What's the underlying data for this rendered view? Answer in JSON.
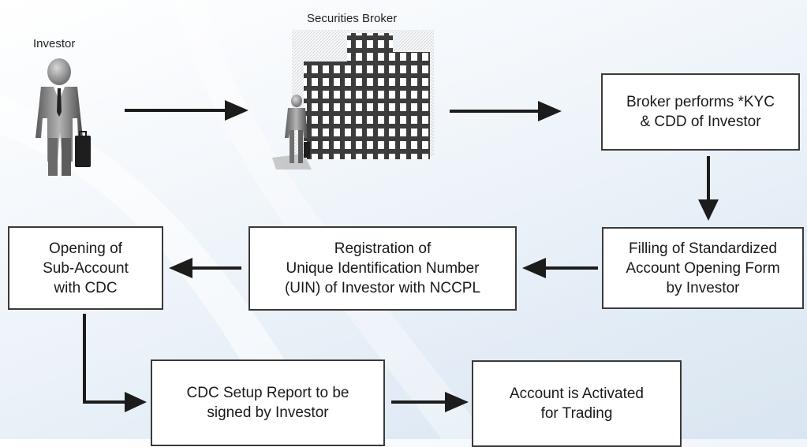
{
  "labels": {
    "investor": "Investor",
    "broker": "Securities Broker"
  },
  "steps": {
    "kyc": "Broker performs *KYC\n& CDD of Investor",
    "form": "Filling of Standardized\nAccount Opening Form\nby Investor",
    "uin": "Registration of\nUnique Identification Number\n(UIN) of Investor with NCCPL",
    "subaccount": "Opening of\nSub-Account\nwith CDC",
    "cdc_report": "CDC Setup Report to be\nsigned by Investor",
    "activated": "Account is Activated\nfor Trading"
  },
  "icons": {
    "investor": "businessman-icon",
    "broker": "office-building-icon"
  },
  "colors": {
    "arrow": "#1c1c1c",
    "box_border": "#3a3a3a",
    "figure_dark": "#2b2b2b",
    "figure_mid": "#8a8a8a",
    "building": "#3c3c3c"
  }
}
